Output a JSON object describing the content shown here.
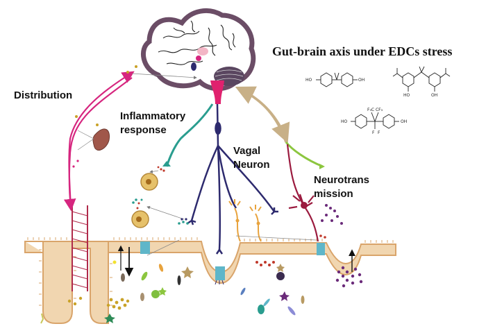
{
  "title": "Gut-brain axis under EDCs stress",
  "labels": {
    "distribution": "Distribution",
    "inflammatory_line1": "Inflammatory",
    "inflammatory_line2": "response",
    "vagal_line1": "Vagal",
    "vagal_line2": "Neuron",
    "neuro_line1": "Neurotrans",
    "neuro_line2": "mission"
  },
  "chemicals": {
    "bpa": {
      "left": "HO",
      "right": "OH"
    },
    "bpa_iso": {
      "left": "HO",
      "right": "OH"
    },
    "bpaf": {
      "left": "HO",
      "right": "OH",
      "top_cf3": "F₃C  CF₃",
      "f1": "F",
      "f2": "F"
    }
  },
  "colors": {
    "distribution": "#d6267f",
    "inflammatory": "#2a9d8f",
    "vagal": "#2d2a6e",
    "neurotransmission": "#c8b087",
    "neuro_fiber": "#9b1b3f",
    "neuro_green": "#8cc63f",
    "brainstem": "#e0216e",
    "gut_wall": "#f1d6b0",
    "villus_border": "#d9a46a"
  }
}
